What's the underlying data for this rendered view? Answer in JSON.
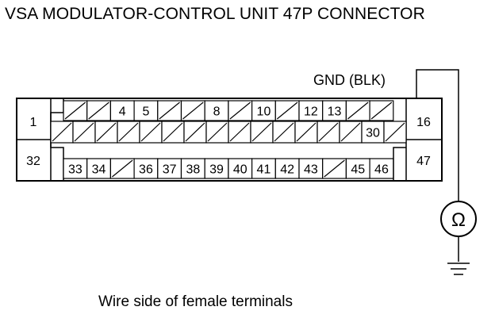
{
  "title": "VSA MODULATOR-CONTROL UNIT 47P CONNECTOR",
  "caption": "Wire side of female terminals",
  "ground_label": "GND (BLK)",
  "meter_symbol": "Ω",
  "connector": {
    "side_labels": {
      "top_left": "1",
      "bottom_left": "32",
      "top_right": "16",
      "bottom_right": "47"
    },
    "row1": [
      "",
      "",
      "4",
      "5",
      "",
      "",
      "8",
      "",
      "10",
      "",
      "12",
      "13",
      "",
      ""
    ],
    "row2": [
      "",
      "",
      "",
      "",
      "",
      "",
      "",
      "",
      "",
      "",
      "",
      "",
      "",
      "",
      "30",
      ""
    ],
    "row3": [
      "33",
      "34",
      "",
      "36",
      "37",
      "38",
      "39",
      "40",
      "41",
      "42",
      "43",
      "",
      "45",
      "46"
    ]
  }
}
